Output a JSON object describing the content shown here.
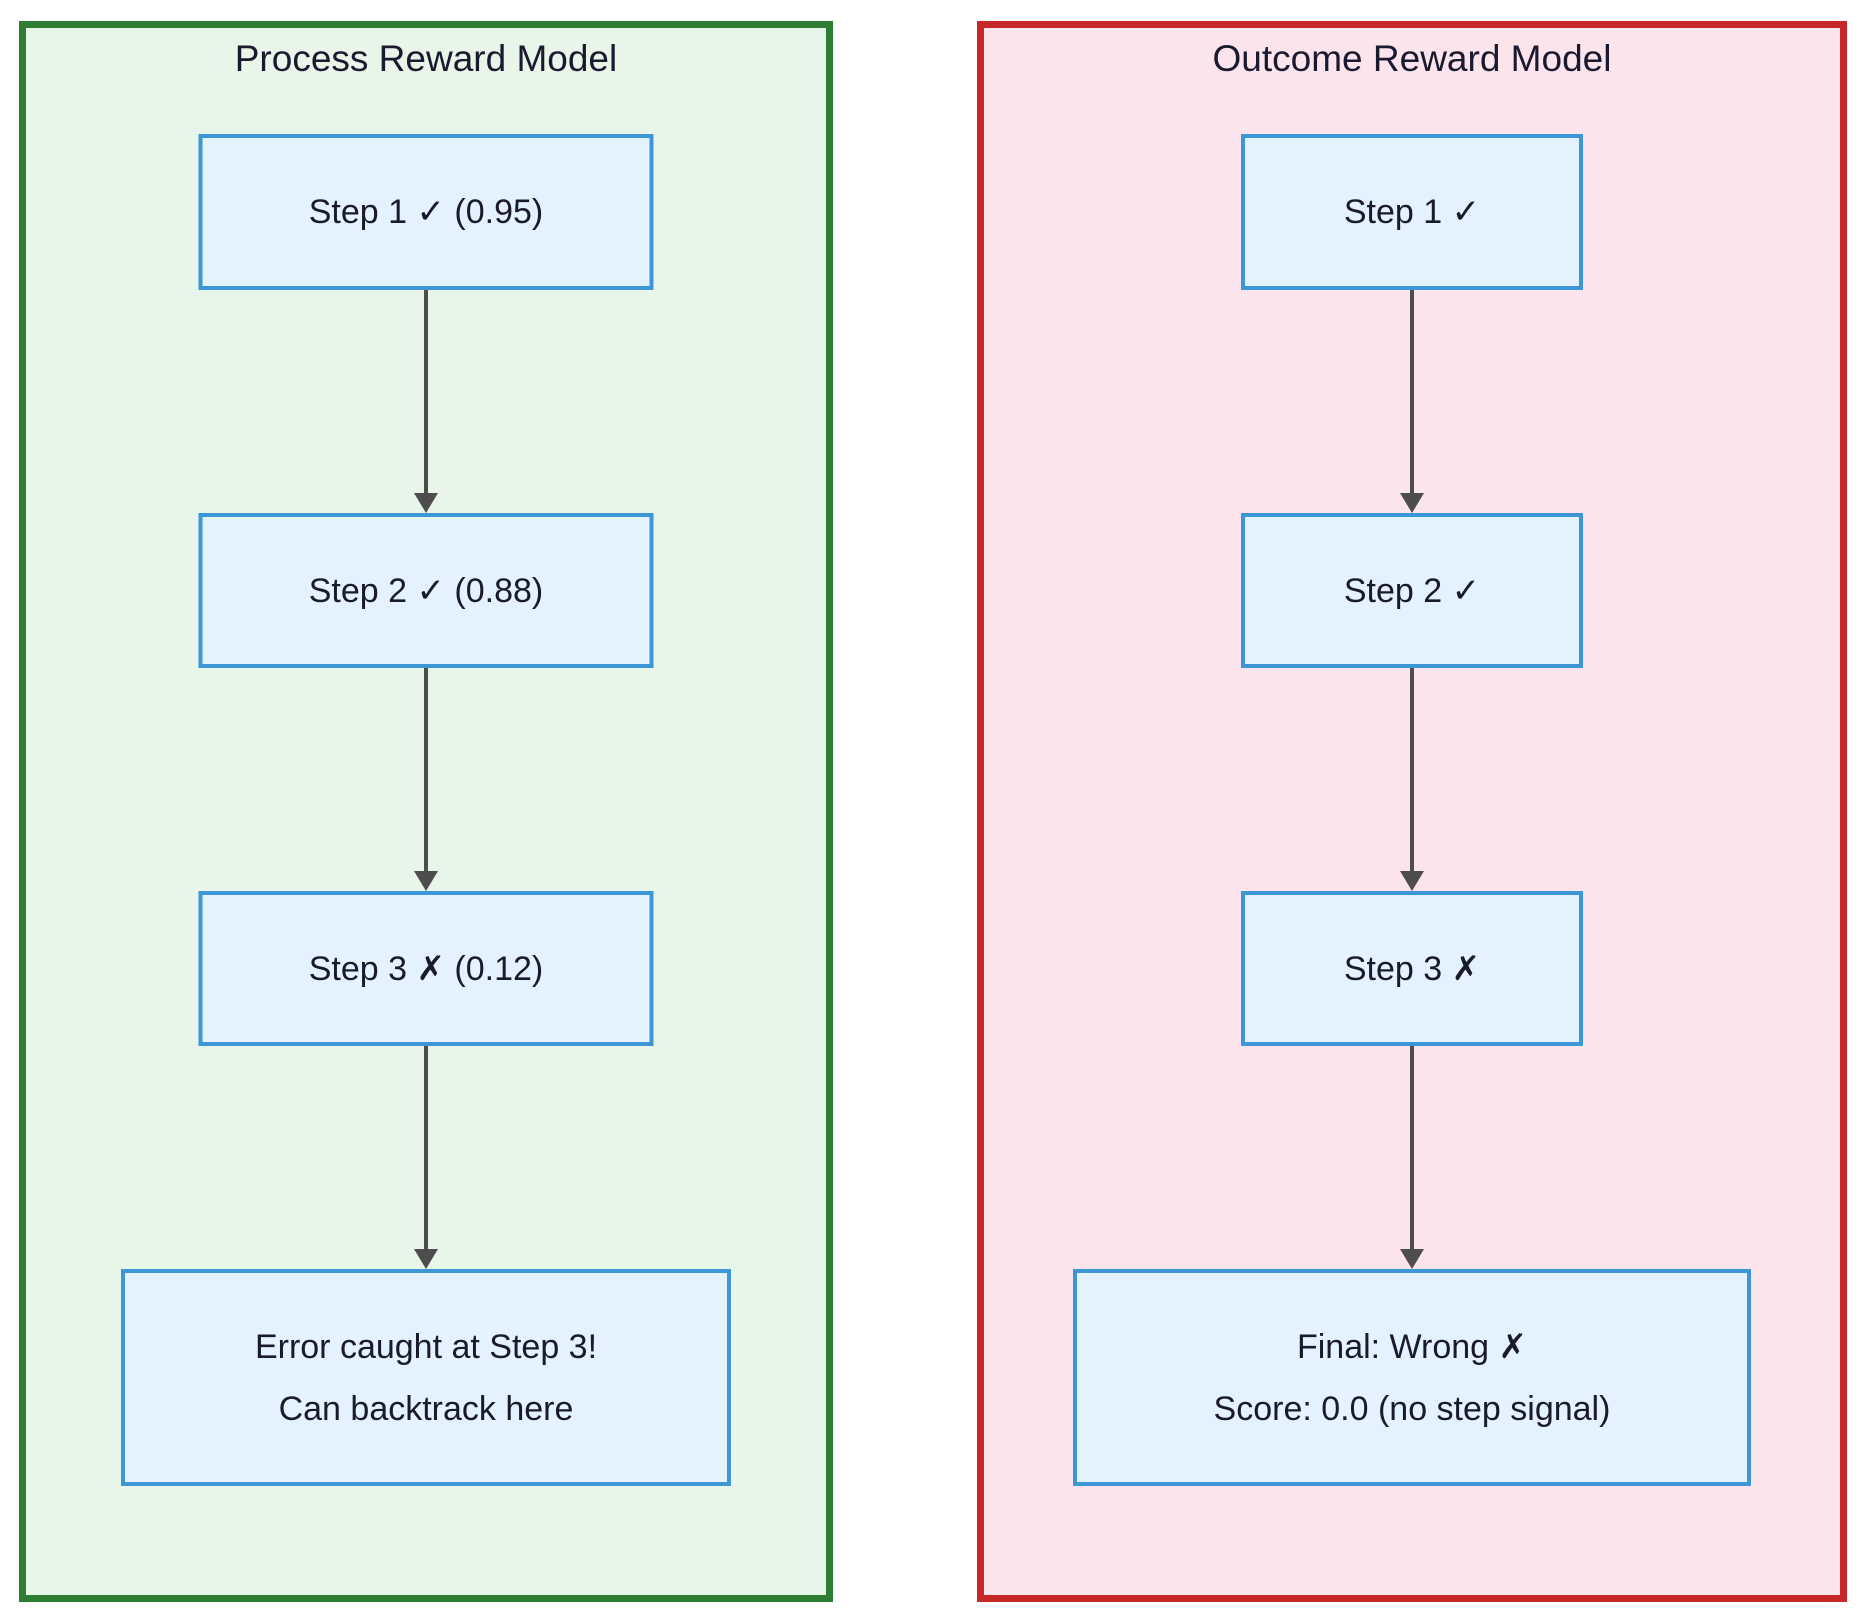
{
  "panels": [
    {
      "title": "Process Reward Model",
      "border_color": "#2e7d32",
      "background": "#e8f5e9",
      "nodes": [
        {
          "label": "Step 1 ✓ (0.95)"
        },
        {
          "label": "Step 2 ✓ (0.88)"
        },
        {
          "label": "Step 3 ✗ (0.12)"
        },
        {
          "lines": [
            "Error caught at Step 3!",
            "Can backtrack here"
          ]
        }
      ]
    },
    {
      "title": "Outcome Reward Model",
      "border_color": "#c62828",
      "background": "#fce4ec",
      "nodes": [
        {
          "label": "Step 1 ✓"
        },
        {
          "label": "Step 2 ✓"
        },
        {
          "label": "Step 3 ✗"
        },
        {
          "lines": [
            "Final: Wrong ✗",
            "Score: 0.0 (no step signal)"
          ]
        }
      ]
    }
  ],
  "node_style": {
    "fill": "#e3f2fd",
    "border_color": "#3d97d6",
    "text_color": "#1a1a2e"
  },
  "arrow_color": "#4d4d4d",
  "icons": {
    "check": "✓",
    "cross": "✗",
    "arrow": "down-arrow"
  }
}
